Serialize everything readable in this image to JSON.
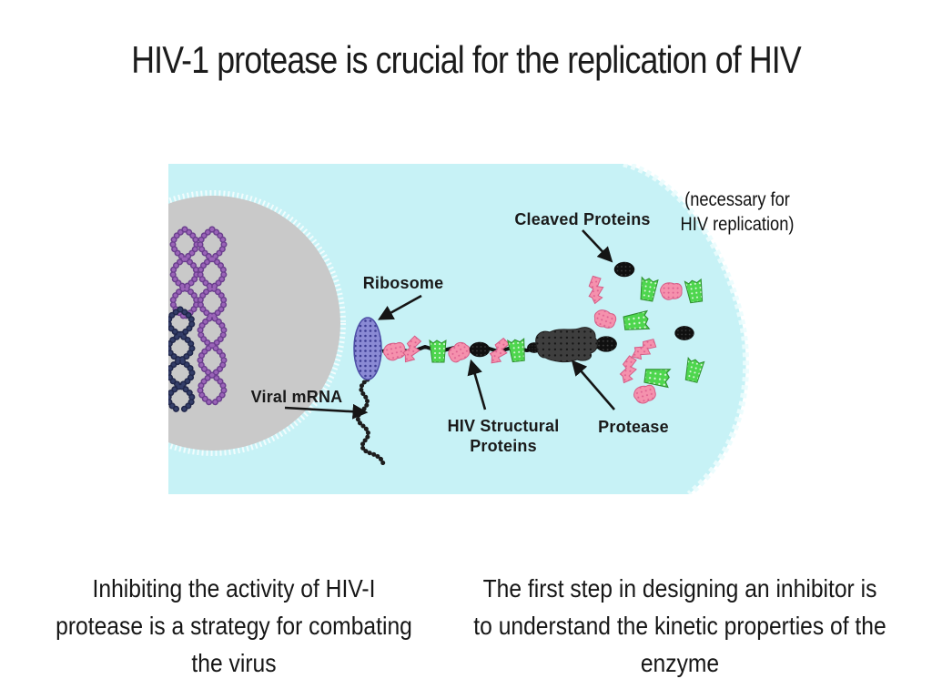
{
  "slide": {
    "title": "HIV-1 protease is crucial for the replication of HIV",
    "annotation": {
      "line1": "(necessary for",
      "line2": "HIV replication)"
    },
    "bullets": {
      "left": "Inhibiting the activity of HIV-I protease is a strategy for combating the virus",
      "right": "The first step in designing an inhibitor is to understand the kinetic properties of the enzyme"
    }
  },
  "diagram": {
    "labels": {
      "cleaved_proteins": "Cleaved Proteins",
      "ribosome": "Ribosome",
      "viral_mrna": "Viral mRNA",
      "hiv_structural_line1": "HIV Structural",
      "hiv_structural_line2": "Proteins",
      "protease": "Protease"
    },
    "colors": {
      "cell_cyan": "#c7f2f6",
      "nucleus_gray": "#c9c9c9",
      "dna_purple": "#9a63b8",
      "dna_navy": "#333d68",
      "ribosome_blue": "#8a8ad4",
      "protein_pink": "#f591ad",
      "protein_green": "#4ed64e",
      "protease_dark": "#3e3e3e"
    }
  }
}
